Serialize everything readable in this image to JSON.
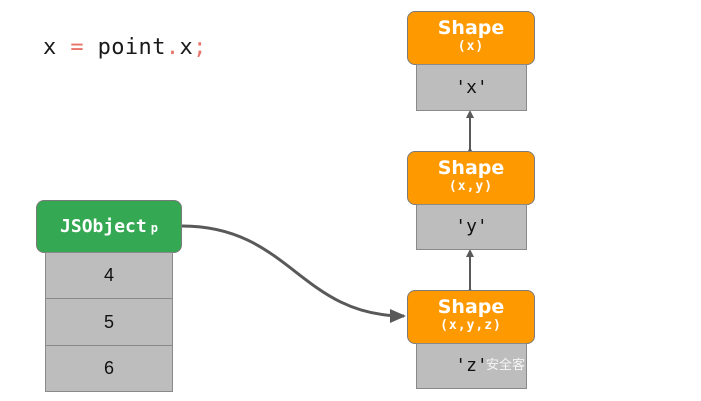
{
  "code": {
    "lhs": "x",
    "assign": "=",
    "object": "point",
    "dot": ".",
    "property": "x",
    "semicolon": ";"
  },
  "jsobject": {
    "label": "JSObject",
    "variable": "p",
    "values": [
      "4",
      "5",
      "6"
    ]
  },
  "shapes": [
    {
      "title": "Shape",
      "properties": "(x)",
      "key": "'x'"
    },
    {
      "title": "Shape",
      "properties": "(x,y)",
      "key": "'y'"
    },
    {
      "title": "Shape",
      "properties": "(x,y,z)",
      "key": "'z'"
    }
  ],
  "watermark": "安全客",
  "colors": {
    "shape_header": "#ff9900",
    "object_header": "#34a853",
    "cell": "#bdbdbd",
    "arrow": "#595959",
    "code_operator": "#e8736a"
  }
}
